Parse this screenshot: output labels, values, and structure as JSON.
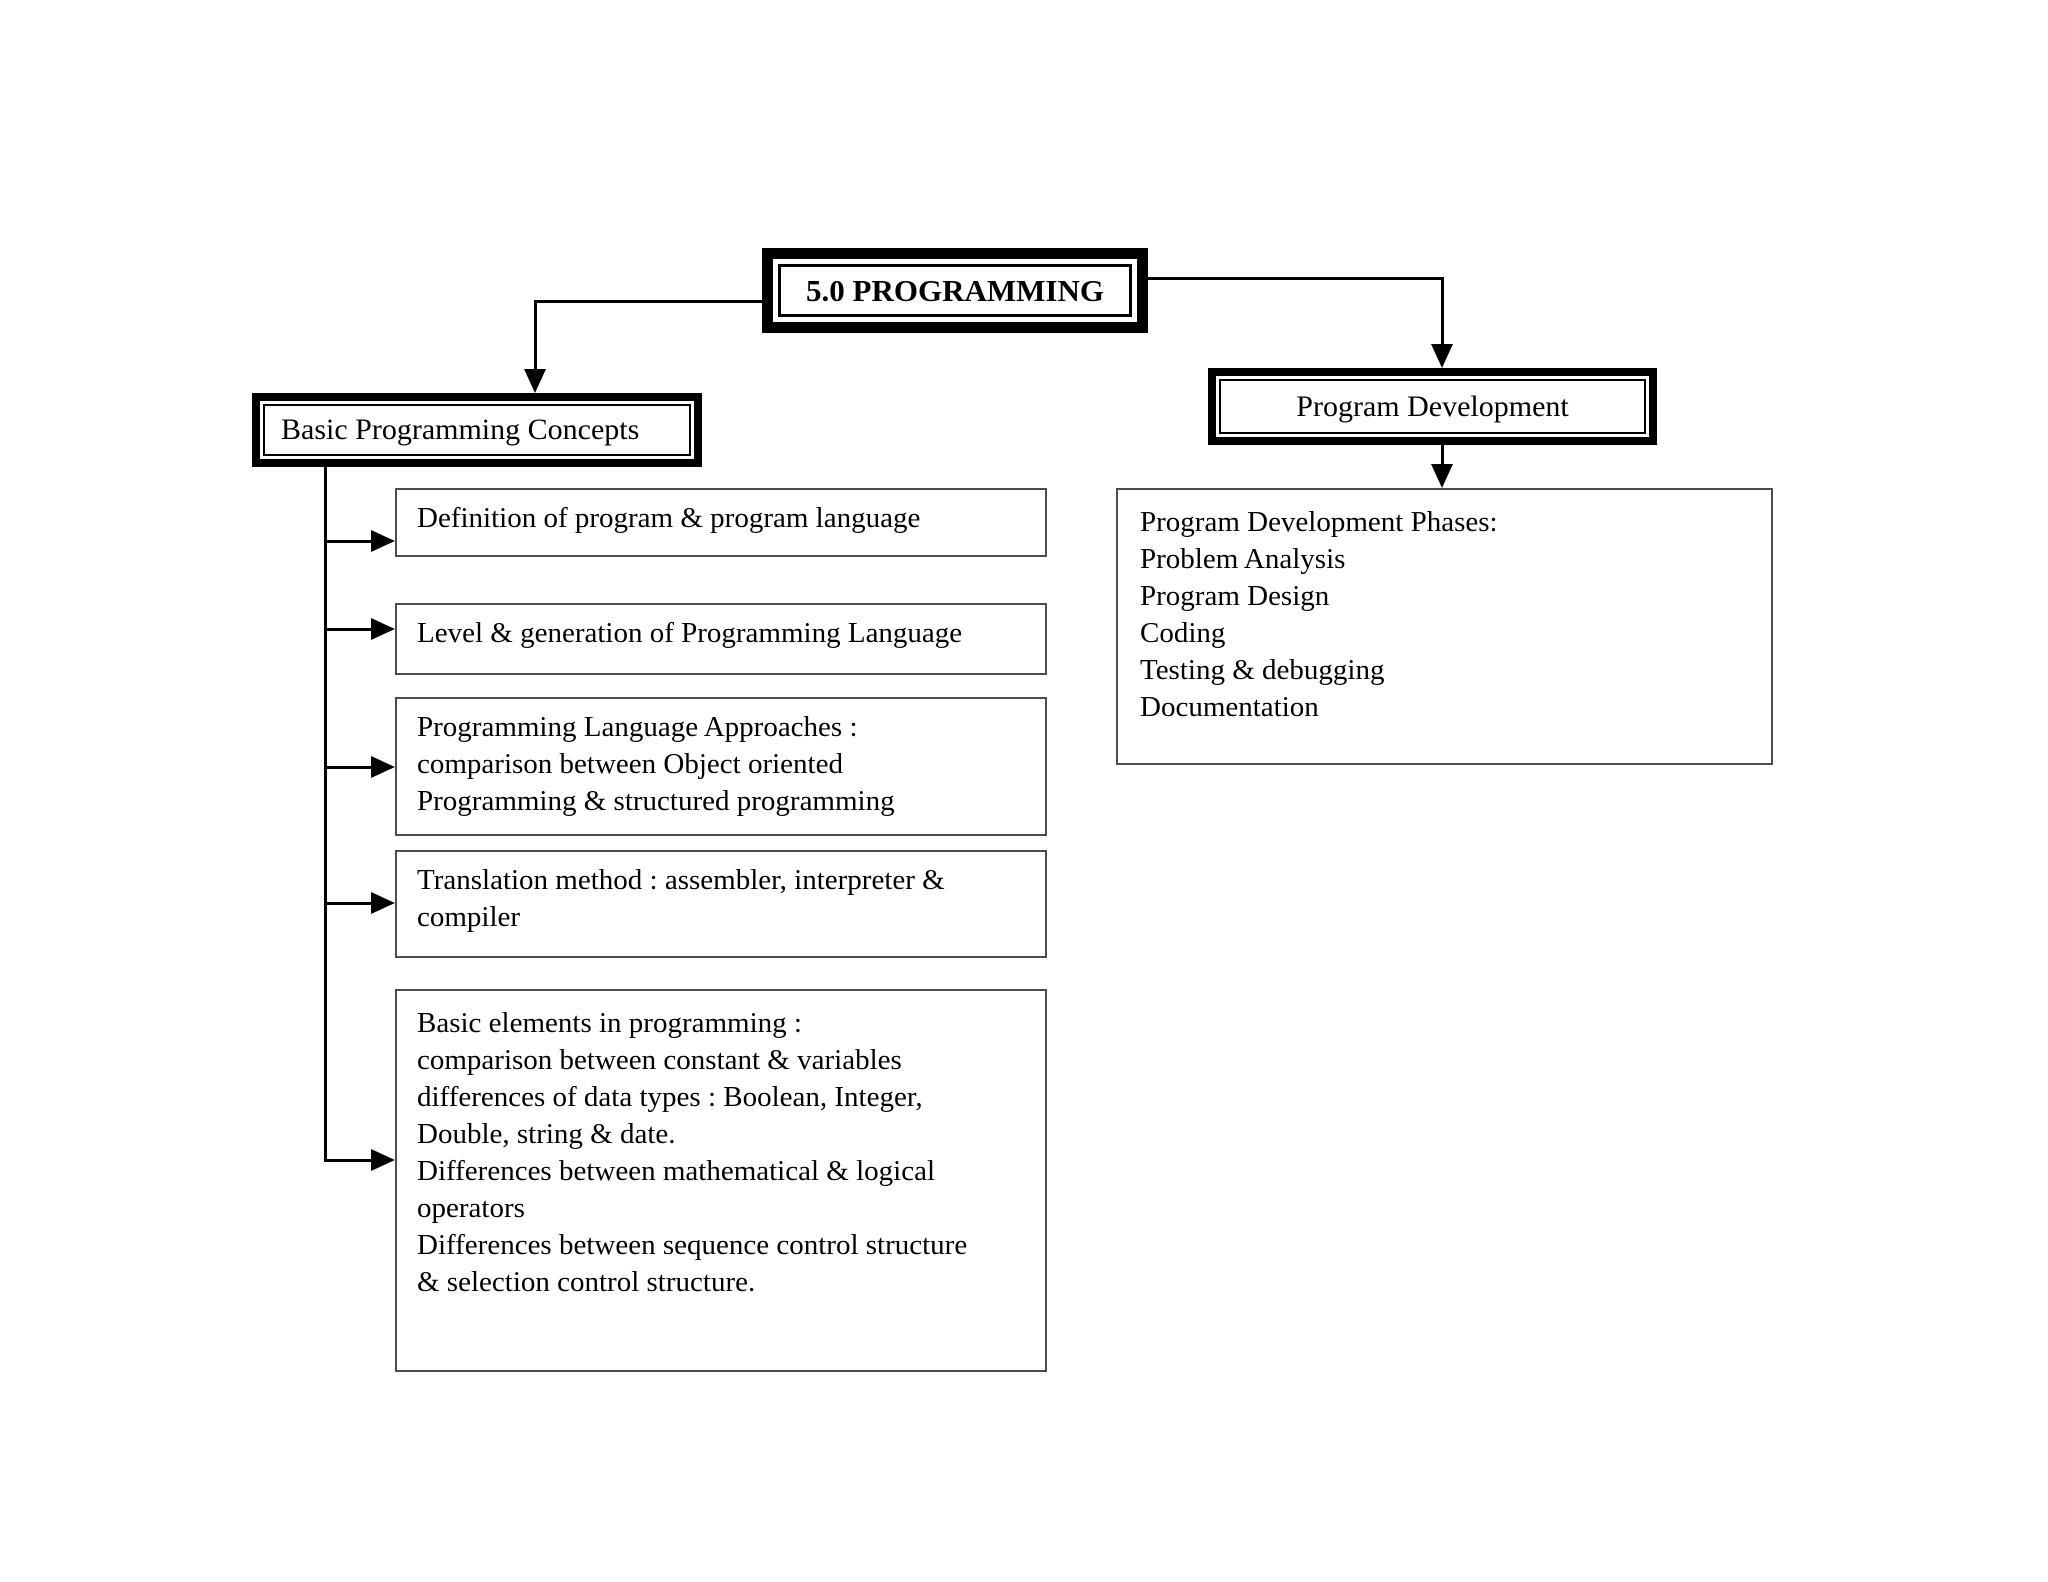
{
  "diagram": {
    "root": {
      "label": "5.0 PROGRAMMING"
    },
    "left": {
      "title": "Basic Programming Concepts",
      "topics": [
        {
          "lines": [
            "Definition of program & program language"
          ]
        },
        {
          "lines": [
            "Level & generation of Programming Language"
          ]
        },
        {
          "lines": [
            "Programming Language Approaches :",
            "comparison between Object oriented",
            "Programming & structured programming"
          ]
        },
        {
          "lines": [
            "Translation method : assembler, interpreter &",
            "compiler"
          ]
        },
        {
          "lines": [
            "Basic elements in programming :",
            "comparison between constant & variables",
            "differences of data types : Boolean, Integer,",
            "Double, string & date.",
            "Differences between mathematical & logical",
            "operators",
            "Differences between sequence control structure",
            "& selection control structure."
          ]
        }
      ]
    },
    "right": {
      "title": "Program Development",
      "phases": {
        "lines": [
          "Program Development Phases:",
          "Problem Analysis",
          "Program Design",
          "Coding",
          "Testing & debugging",
          "Documentation"
        ]
      }
    },
    "colors": {
      "background": "#ffffff",
      "text": "#000000",
      "node_border": "#000000",
      "thin_border": "#4d4d4d",
      "connector": "#000000"
    }
  }
}
